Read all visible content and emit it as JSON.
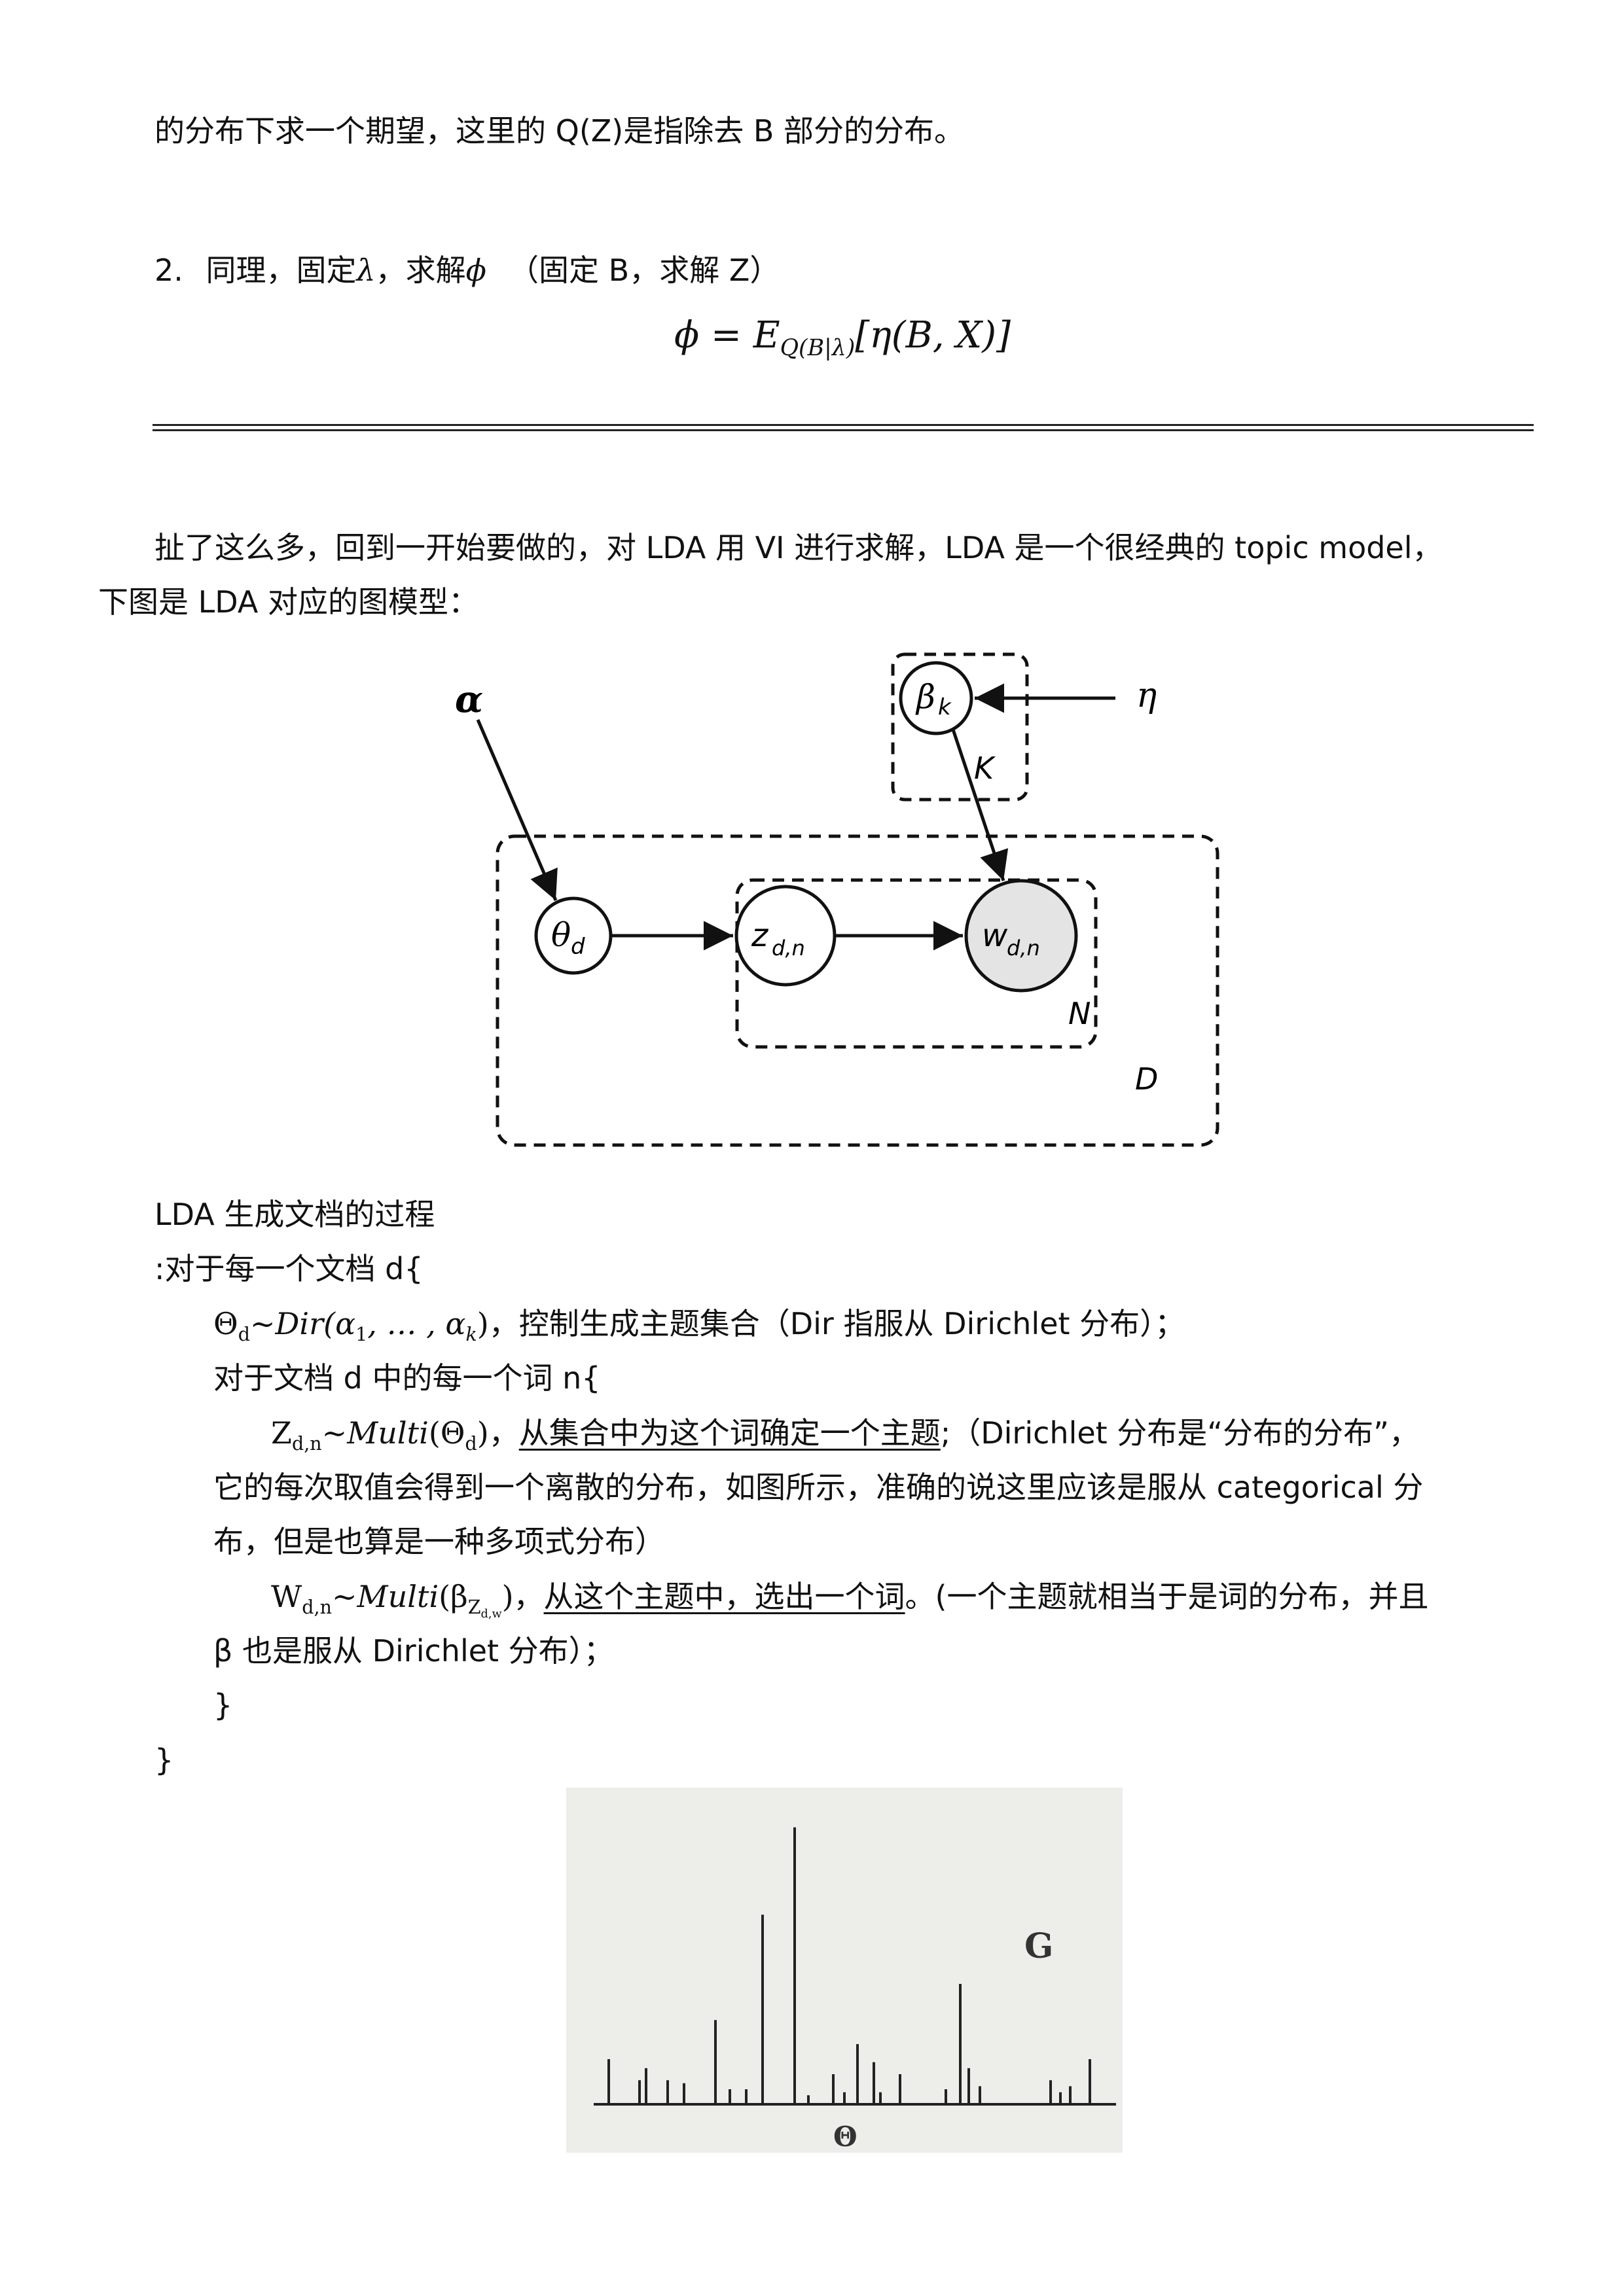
{
  "page": {
    "line1": "的分布下求一个期望，这里的 Q(Z)是指除去 B 部分的分布。",
    "step2": {
      "num": "2.",
      "a": "同理，固定",
      "lambda": "λ",
      "b": "，求解",
      "phi": "ϕ",
      "c": "（固定 B，求解 Z）"
    },
    "eq": {
      "lhs": "ϕ = E",
      "sub": "Q(B|λ)",
      "rhs": "[η(B, X)]"
    },
    "para1": "扯了这么多，回到一开始要做的，对 LDA 用 VI 进行求解，LDA 是一个很经典的 topic model，",
    "para2": "下图是 LDA 对应的图模型：",
    "diagram": {
      "alpha": "α",
      "eta": "η",
      "beta": "β",
      "beta_sub": "k",
      "plate_k": "K",
      "theta": "θ",
      "theta_sub": "d",
      "z": "z",
      "z_sub": "d,n",
      "w": "w",
      "w_sub": "d,n",
      "plate_n": "N",
      "plate_d": "D"
    },
    "gen": {
      "title": "LDA 生成文档的过程",
      "for_doc": ":对于每一个文档 d{",
      "theta_line": {
        "lhs": "Θ",
        "lhs_sub": "d",
        "tilde": "~",
        "fn": "Dir",
        "args": "(α",
        "a1": "1",
        "mid": ", … , α",
        "ak": "k",
        "close": ")",
        "text": "，控制生成主题集合（Dir 指服从 Dirichlet 分布）；"
      },
      "for_word": "对于文档 d 中的每一个词 n{",
      "z_line": {
        "lhs": "Z",
        "lhs_sub": "d,n",
        "tilde": "~",
        "fn": "Multi",
        "args": "(Θ",
        "args_sub": "d",
        "close": ")",
        "comma": "，",
        "underlined": "从集合中为这个词确定一个主题",
        "rest": ";（Dirichlet 分布是“分布的分布”，"
      },
      "z_cont1": "它的每次取值会得到一个离散的分布，如图所示，准确的说这里应该是服从 categorical 分",
      "z_cont2": "布，但是也算是一种多项式分布）",
      "w_line": {
        "lhs": "W",
        "lhs_sub": "d,n",
        "tilde": "~",
        "fn": "Multi",
        "args": "(β",
        "args_sub": "Z",
        "args_subsub": "d,w",
        "close": ")",
        "comma": "，",
        "underlined": "从这个主题中，选出一个词",
        "rest": "。(一个主题就相当于是词的分布，并且"
      },
      "w_cont": "β 也是服从 Dirichlet 分布）；",
      "close_inner": "}",
      "close_outer": "}"
    },
    "sample_figure": {
      "label_g": "G",
      "label_theta": "Θ",
      "spikes": [
        0.15,
        0.08,
        0.12,
        0.08,
        0.07,
        0.28,
        0.05,
        0.05,
        0.63,
        0.92,
        0.03,
        0.1,
        0.04,
        0.2,
        0.14,
        0.04,
        0.1,
        0.05,
        0.4,
        0.12,
        0.06,
        0.08,
        0.04,
        0.06,
        0.15
      ]
    }
  }
}
